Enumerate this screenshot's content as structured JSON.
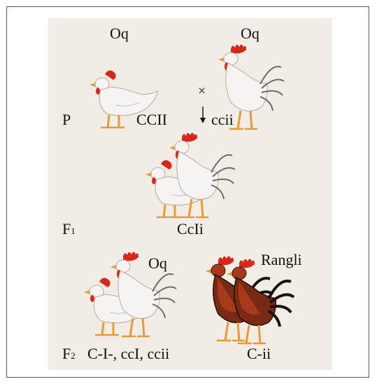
{
  "parents": {
    "generation_label": "P",
    "female": {
      "label": "Oq",
      "genotype": "CCII"
    },
    "male": {
      "label": "Oq",
      "genotype": "ccii"
    },
    "cross_symbol": "×"
  },
  "f1": {
    "generation_label": "F",
    "generation_subscript": "1",
    "genotype": "CcIi"
  },
  "f2": {
    "generation_label": "F",
    "generation_subscript": "2",
    "white": {
      "label": "Oq",
      "genotypes": "C-I-, ccI, ccii"
    },
    "colored": {
      "label": "Rangli",
      "genotypes": "C-ii"
    }
  },
  "colors": {
    "panel_bg": "#f1ede4",
    "white_plumage": "#f6f3f0",
    "comb_red": "#d8281e",
    "leg_orange": "#e89a3a",
    "dark_plumage": "#1a1210",
    "rust_plumage": "#a83a1c"
  }
}
